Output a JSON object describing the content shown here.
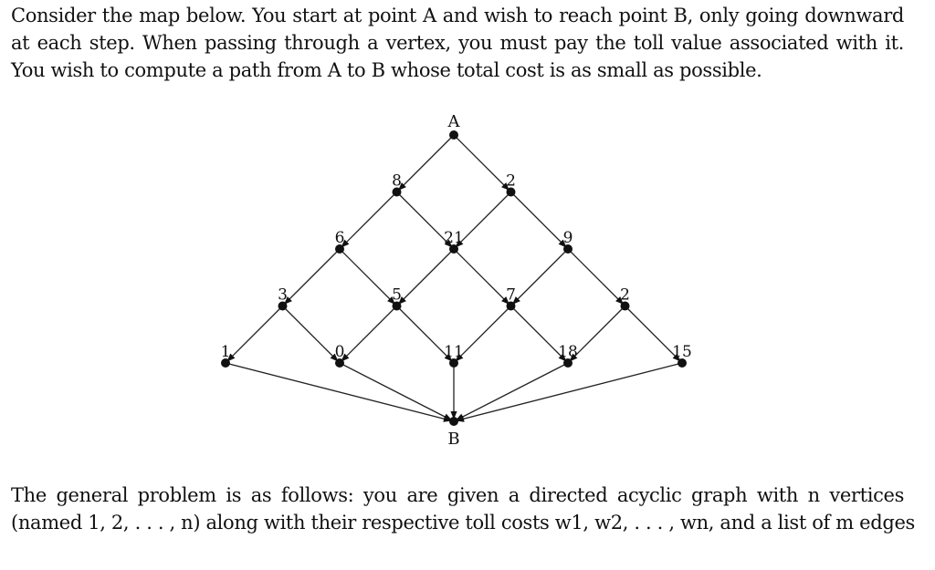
{
  "intro": {
    "line1": "Consider the map below. You start at point A and wish to reach point B, only going downward",
    "line2": "at each step. When passing through a vertex, you must pay the toll value associated with it.",
    "line3": "You wish to compute a path from A to B whose total cost is as small as possible."
  },
  "diagram": {
    "start_label": "A",
    "end_label": "B",
    "rows": [
      [
        "8",
        "2"
      ],
      [
        "6",
        "21",
        "9"
      ],
      [
        "3",
        "5",
        "7",
        "2"
      ],
      [
        "1",
        "0",
        "11",
        "18",
        "15"
      ]
    ]
  },
  "general": {
    "line1": "The general problem is as follows: you are given a directed acyclic graph with n vertices",
    "line2": "(named 1, 2, . . . , n) along with their respective toll costs w1, w2, . . . , wn, and a list of m edges"
  }
}
